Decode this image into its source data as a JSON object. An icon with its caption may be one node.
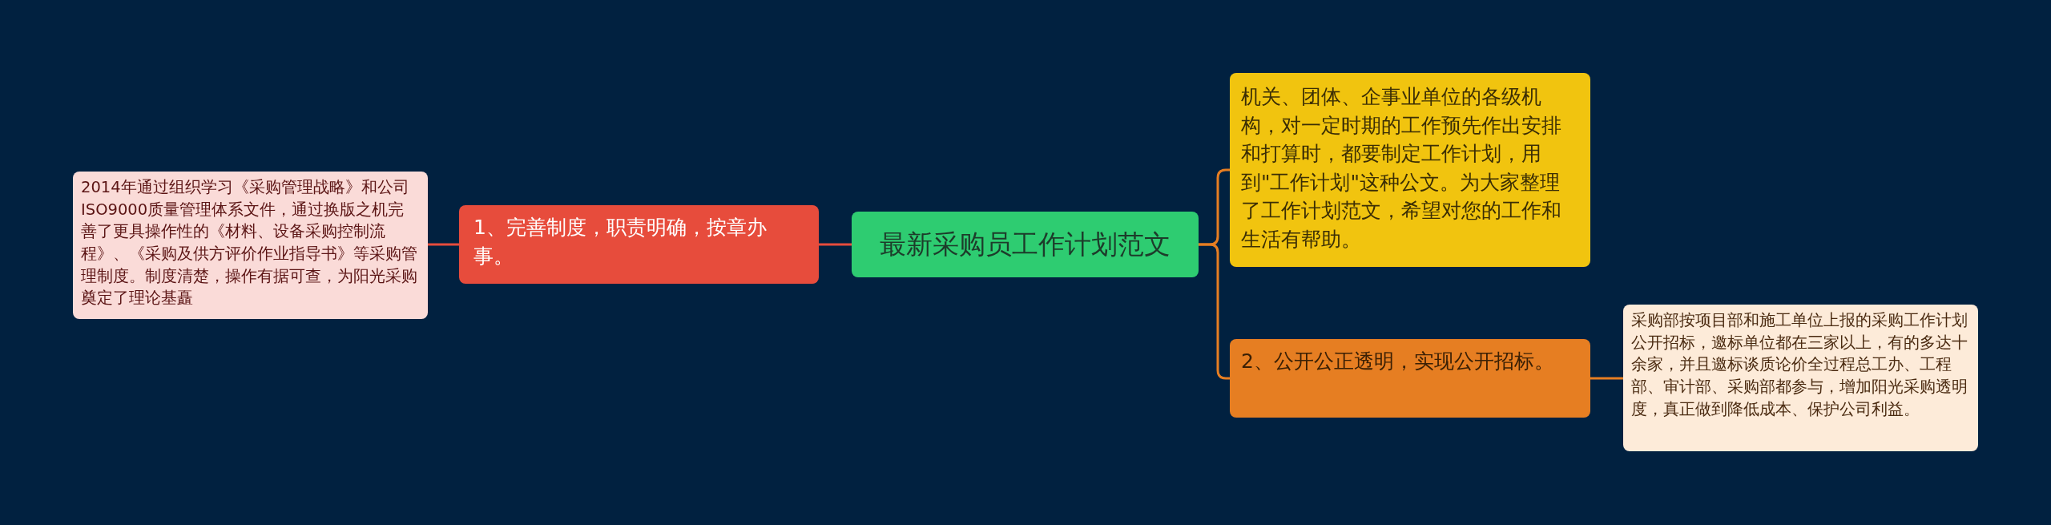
{
  "diagram": {
    "nodes": [
      {
        "text": [
          "最新采购员工作计划范文"
        ]
      },
      {
        "text": [
          "1、完善制度，职责明确，按章办事。"
        ]
      },
      {
        "text": [
          "2014年通过组织学习《采购管理战略》和公司ISO9000质量管理体系文件，通过换版之机完善了更具操作性的《材料、设备采购控制流程》、《采购及供方评价作业指导书》等采购管理制度。制度清楚，操作有据可查，为阳光采购奠定了理论基矗"
        ]
      },
      {
        "text": [
          "机关、团体、企事业单位的各级机构，对一定时期的工作预先作出安排和打算时，都要制定工作计划，用到\"工作计划\"这种公文。为大家整理了工作计划范文，希望对您的工作和生活有帮助。"
        ]
      },
      {
        "text": [
          "2、公开公正透明，实现公开招标。"
        ]
      },
      {
        "text": [
          "采购部按项目部和施工单位上报的采购工作计划公开招标，邀标单位都在三家以上，有的多达十余家，并且邀标谈质论价全过程总工办、工程部、审计部、采购部都参与，增加阳光采购透明度，真正做到降低成本、保护公司利益。"
        ]
      }
    ],
    "edges": [
      {
        "from": 0,
        "to": 1,
        "arrow": "none",
        "color": "#e74c3c"
      },
      {
        "from": 1,
        "to": 2,
        "arrow": "none",
        "color": "#e74c3c"
      },
      {
        "from": 0,
        "to": 3,
        "arrow": "none"
      },
      {
        "from": 0,
        "to": 4,
        "arrow": "none"
      },
      {
        "from": 4,
        "to": 5,
        "arrow": "none"
      }
    ]
  }
}
